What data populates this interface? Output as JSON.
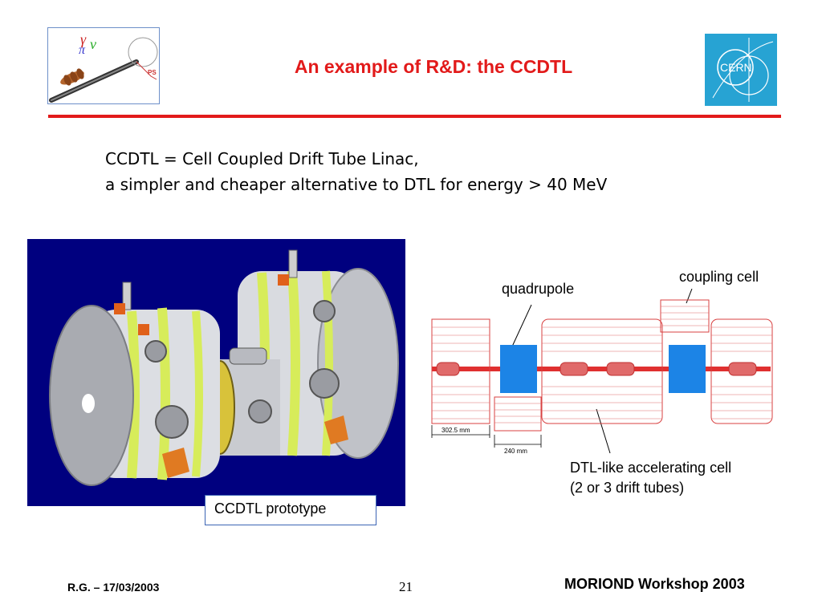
{
  "header": {
    "title": "An example of R&D: the CCDTL",
    "left_logo": {
      "icon": "ps-accelerator-logo-icon",
      "text": "PS"
    },
    "right_logo": {
      "icon": "cern-logo-icon",
      "text": "CERN"
    }
  },
  "intro": {
    "line1": "CCDTL = Cell Coupled Drift Tube Linac,",
    "line2": "a simpler and cheaper alternative to DTL for energy > 40 MeV"
  },
  "photo": {
    "caption": "CCDTL prototype"
  },
  "diagram": {
    "labels": {
      "quadrupole": "quadrupole",
      "coupling_cell": "coupling cell",
      "accel_cell_line1": "DTL-like accelerating cell",
      "accel_cell_line2": "(2 or 3 drift tubes)"
    },
    "dimensions": {
      "d1": "302.5 mm",
      "d2": "240 mm"
    }
  },
  "footer": {
    "author_date": "R.G. – 17/03/2003",
    "page": "21",
    "event": "MORIOND Workshop 2003"
  },
  "colors": {
    "title": "#e21a1a",
    "rule": "#e21a1a",
    "cern_blue": "#27a3d3",
    "photo_bg": "#00007f",
    "quadrupole": "#1c84e6"
  }
}
